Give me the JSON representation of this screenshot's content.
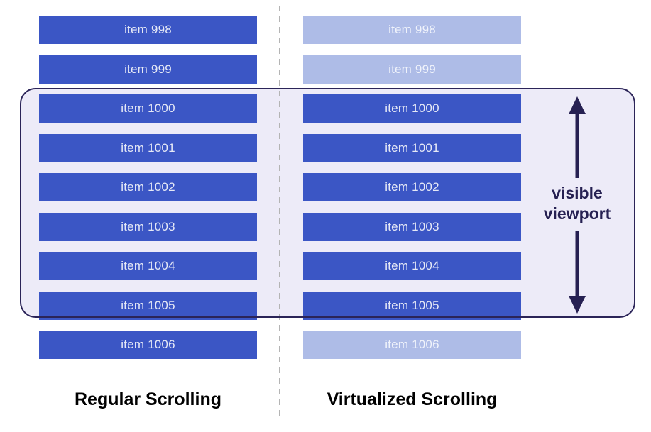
{
  "columns": [
    {
      "id": "regular",
      "label": "Regular Scrolling",
      "items": [
        {
          "label": "item 998",
          "state": "rendered"
        },
        {
          "label": "item 999",
          "state": "rendered"
        },
        {
          "label": "item 1000",
          "state": "rendered"
        },
        {
          "label": "item 1001",
          "state": "rendered"
        },
        {
          "label": "item 1002",
          "state": "rendered"
        },
        {
          "label": "item 1003",
          "state": "rendered"
        },
        {
          "label": "item 1004",
          "state": "rendered"
        },
        {
          "label": "item 1005",
          "state": "rendered"
        },
        {
          "label": "item 1006",
          "state": "rendered"
        }
      ]
    },
    {
      "id": "virtualized",
      "label": "Virtualized Scrolling",
      "items": [
        {
          "label": "item 998",
          "state": "virtualized"
        },
        {
          "label": "item 999",
          "state": "virtualized"
        },
        {
          "label": "item 1000",
          "state": "rendered"
        },
        {
          "label": "item 1001",
          "state": "rendered"
        },
        {
          "label": "item 1002",
          "state": "rendered"
        },
        {
          "label": "item 1003",
          "state": "rendered"
        },
        {
          "label": "item 1004",
          "state": "rendered"
        },
        {
          "label": "item 1005",
          "state": "rendered"
        },
        {
          "label": "item 1006",
          "state": "virtualized"
        }
      ]
    }
  ],
  "viewport": {
    "label": "visible viewport",
    "label_lines": [
      "visible",
      "viewport"
    ],
    "icon": "double-arrow-vertical-icon"
  },
  "colors": {
    "rendered_item": "#3b56c5",
    "virtualized_item": "#aebce7",
    "rendered_item_text": "#e6e9f6",
    "virtualized_item_text": "#f0f3fb",
    "viewport_fill": "#edebf8",
    "viewport_border": "#2b2458",
    "arrow": "#262052",
    "divider": "#b4b4b4",
    "column_label": "#000000"
  }
}
